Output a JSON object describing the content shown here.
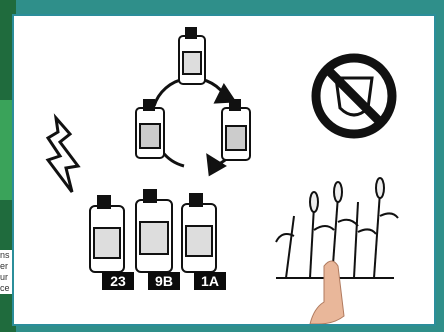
{
  "labels": {
    "group_23": "23",
    "group_9b": "9B",
    "group_1a": "1A"
  },
  "left_strip_text": [
    "ns",
    "er",
    "ur",
    "ce"
  ],
  "icons": [
    "rotation-arrows-icon",
    "no-protection-shield-icon",
    "lightning-icon",
    "corn-field-icon",
    "pointing-hand-icon"
  ],
  "colors": {
    "frame_border": "#2b8e9a",
    "background": "#2f8f8a",
    "ink": "#0b0b0b"
  }
}
